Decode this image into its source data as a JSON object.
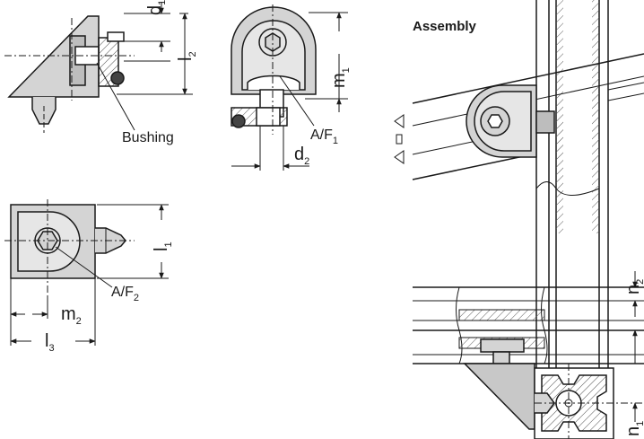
{
  "assembly_title": "Assembly",
  "bushing_label": "Bushing",
  "dimensions": {
    "d1": {
      "main": "d",
      "sub": "1"
    },
    "l2": {
      "main": "l",
      "sub": "2"
    },
    "m1": {
      "main": "m",
      "sub": "1"
    },
    "d2": {
      "main": "d",
      "sub": "2"
    },
    "af1": {
      "main": "A/F",
      "sub": "1"
    },
    "l1": {
      "main": "l",
      "sub": "1"
    },
    "af2": {
      "main": "A/F",
      "sub": "2"
    },
    "m2": {
      "main": "m",
      "sub": "2"
    },
    "l3": {
      "main": "l",
      "sub": "3"
    },
    "n2": {
      "main": "n",
      "sub": "2"
    },
    "n1": {
      "main": "n",
      "sub": "1"
    }
  },
  "colors": {
    "line": "#1a1a1a",
    "part_fill": "#d4d4d4",
    "part_dark": "#b8b8b8",
    "hatch": "#555555",
    "bushing": "#444444"
  }
}
